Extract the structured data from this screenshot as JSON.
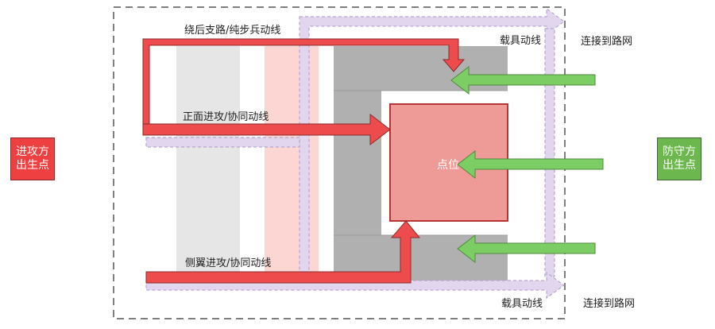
{
  "labels": {
    "attacker_spawn": [
      "进攻方",
      "出生点"
    ],
    "defender_spawn": [
      "防守方",
      "出生点"
    ],
    "flank_route_top": "绕后支路/纯步兵动线",
    "front_route": "正面进攻/协同动线",
    "side_route": "侧翼进攻/协同动线",
    "vehicle_route_top": "载具动线",
    "vehicle_route_bottom": "载具动线",
    "road_link_top": "连接到路网",
    "road_link_bottom": "连接到路网",
    "point": "点位"
  },
  "colors": {
    "attack_red": "#ee4c4c",
    "point_fill": "#ee9a96",
    "defense_green": "#7ccd63",
    "vehicle_purple": "#d5c9e6",
    "building_gray": "#b0b0b0",
    "lane_gray": "#e6e6e6",
    "lane_pink": "#fbd6d2"
  }
}
